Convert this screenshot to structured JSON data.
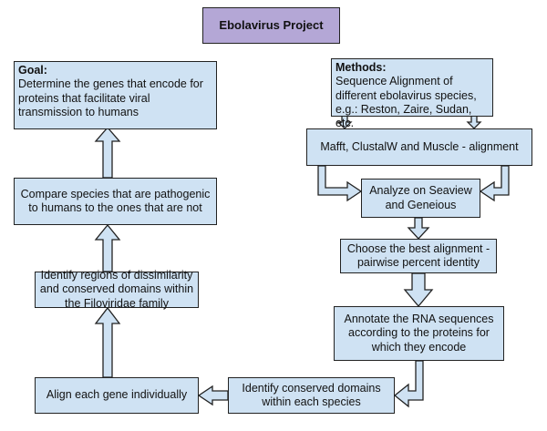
{
  "diagram": {
    "title": "Ebolavirus Project",
    "goal": {
      "heading": "Goal:",
      "text": "Determine the genes that encode for proteins that facilitate viral transmission to humans"
    },
    "methods": {
      "heading": "Methods:",
      "text": "Sequence Alignment of different ebolavirus species, e.g.: Reston, Zaire, Sudan, etc."
    },
    "steps": {
      "alignment_tools": "Mafft, ClustalW and Muscle - alignment",
      "analyze": "Analyze on Seaview and Geneious",
      "choose_best": "Choose the best alignment - pairwise percent identity",
      "annotate": "Annotate the RNA sequences according to the proteins for which they encode",
      "identify_conserved": "Identify conserved domains within each species",
      "align_each_gene": "Align each gene individually",
      "identify_regions": "Identify regions of dissimilarity and conserved domains within the Filoviridae family",
      "compare_species": "Compare species that are pathogenic to humans to the ones that are not"
    },
    "colors": {
      "box_fill": "#cfe2f3",
      "title_fill": "#b4a7d6",
      "border": "#222222"
    }
  }
}
